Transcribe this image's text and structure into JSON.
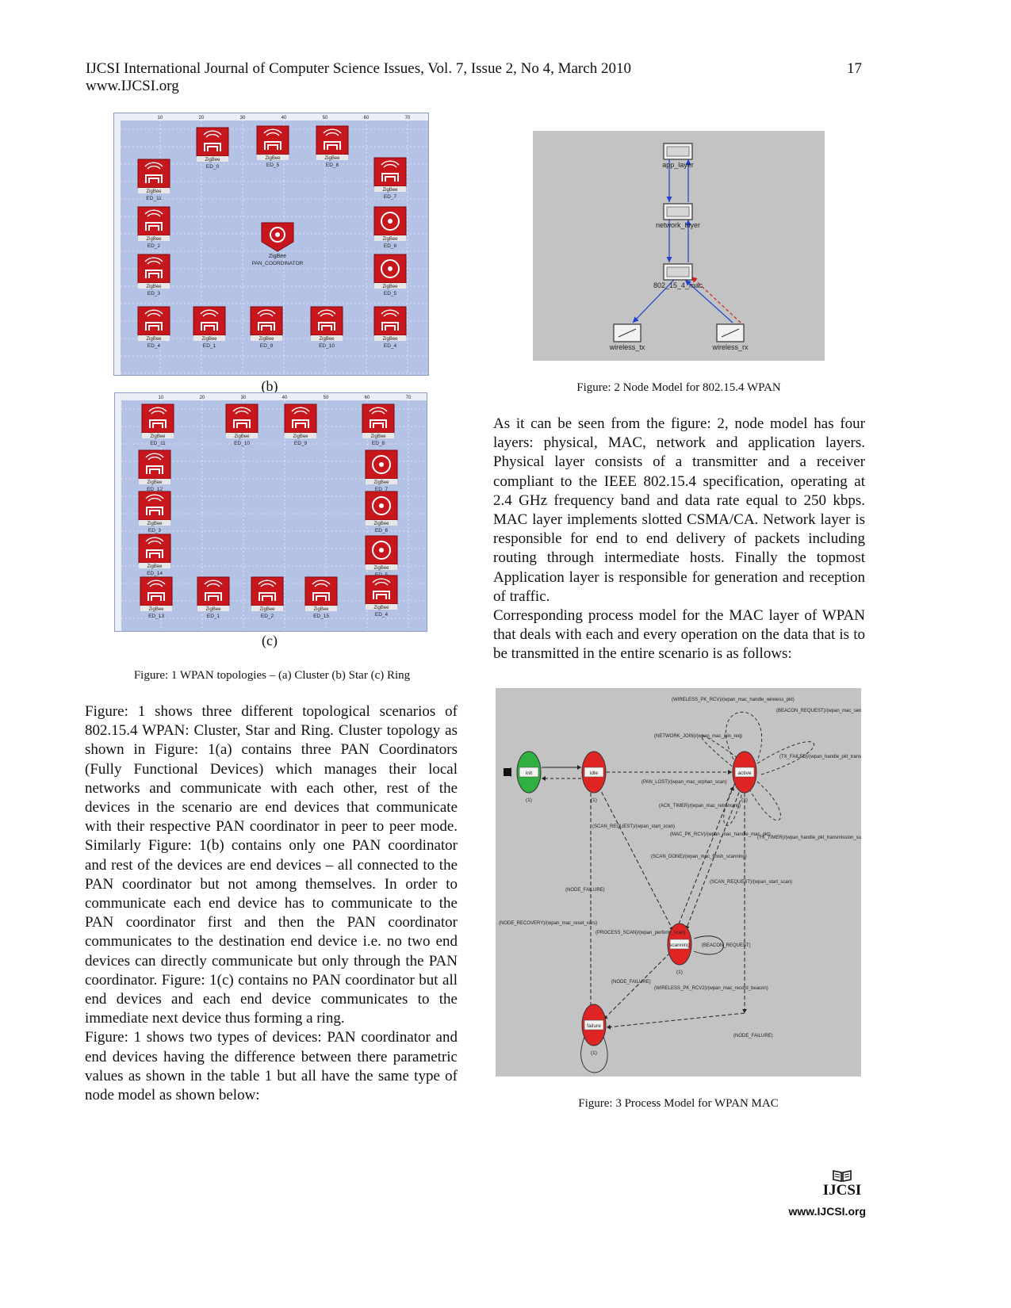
{
  "header": {
    "journal": "IJCSI International Journal of Computer Science Issues, Vol. 7, Issue 2, No 4, March 2010",
    "website": "www.IJCSI.org",
    "page_number": "17"
  },
  "figure1": {
    "ruler_labels": [
      "10",
      "20",
      "30",
      "40",
      "50",
      "60",
      "70"
    ],
    "device_brand": "ZigBee",
    "star": {
      "label": "(b)",
      "coordinator": "PAN_COORDINATOR",
      "nodes": [
        "ED_0",
        "ED_5",
        "ED_8",
        "ED_11",
        "ED_7",
        "ED_2",
        "ED_6",
        "ED_3",
        "ED_5",
        "ED_4",
        "ED_1",
        "ED_9",
        "ED_10",
        "ED_2",
        "ED_4"
      ]
    },
    "ring": {
      "label": "(c)",
      "nodes": [
        "ED_11",
        "ED_10",
        "ED_9",
        "ED_8",
        "ED_12",
        "ED_7",
        "ED_3",
        "ED_6",
        "ED_14",
        "ED_5",
        "ED_13",
        "ED_1",
        "ED_2",
        "ED_15",
        "ED_4"
      ]
    },
    "caption": "Figure: 1 WPAN topologies – (a) Cluster (b) Star (c) Ring"
  },
  "figure2": {
    "layers": [
      "app_layer",
      "network_layer",
      "802_15_4_mac"
    ],
    "radios": [
      "wireless_tx",
      "wireless_rx"
    ],
    "caption": "Figure: 2 Node Model for 802.15.4 WPAN"
  },
  "figure3": {
    "states": [
      "init",
      "idle",
      "active",
      "scanning",
      "failure"
    ],
    "state_codes": [
      "(1)",
      "(1)",
      "(1)",
      "(1)",
      "(1)"
    ],
    "transitions": [
      "(WIRELESS_PK_RCV)/(wpan_mac_handle_wireless_pkt)",
      "(BEACON_REQUEST)/(wpan_mac_send_beacon)",
      "(NETWORK_JOIN)/(wpan_mac_join_req)",
      "(TX_FAILED)/(wpan_handle_pkt_transmission_failure)",
      "(PAN_LOST)/(wpan_mac_orphan_scan)",
      "(ACK_TIMER)/(wpan_mac_retransmit)",
      "(SCAN_REQUEST)/(wpan_start_scan)",
      "(MAC_PK_RCV)/(wpan_mac_handle_mac_pkt)",
      "(TX_TIMER)/(wpan_handle_pkt_transmission_success)",
      "(SCAN_DONE)/(wpan_mac_finish_scanning)",
      "(SCAN_REQUEST)/(wpan_start_scan)",
      "(NODE_FAILURE)",
      "(NODE_RECOVERY)/(wpan_mac_reset_vars)",
      "(PROCESS_SCAN)/(wpan_perform_scan)",
      "(BEACON_REQUEST)",
      "(NODE_FAILURE)",
      "(WIRELESS_PK_RCV2)/(wpan_mac_record_beacon)",
      "(NODE_FAILURE)"
    ],
    "caption": "Figure: 3 Process Model for WPAN MAC"
  },
  "left_text": [
    "Figure: 1 shows three different topological scenarios of 802.15.4 WPAN: Cluster, Star and Ring. Cluster topology as shown in Figure: 1(a) contains three PAN Coordinators (Fully Functional Devices) which manages their local networks and communicate with each other, rest of the devices in the scenario are end devices that communicate with their respective PAN coordinator in peer to peer mode. Similarly Figure: 1(b) contains only one PAN coordinator and rest of the devices are end devices – all connected to the PAN coordinator but not among themselves. In order to communicate each end device has to communicate to the PAN coordinator first and then the PAN coordinator communicates to the destination end device i.e. no two end devices can directly communicate but only through the PAN coordinator. Figure: 1(c) contains no PAN coordinator but all end devices and each end device communicates to the immediate next device thus forming a ring.",
    "Figure: 1 shows two types of devices: PAN coordinator and end devices having the difference between there parametric values as shown in the table 1 but all have the same type of node model as shown below:"
  ],
  "right_text": [
    "As it can be seen from the figure: 2, node model has four layers: physical, MAC, network and application layers. Physical layer consists of a transmitter and a receiver compliant to the IEEE 802.15.4 specification, operating at 2.4 GHz frequency band and data rate equal to 250 kbps. MAC layer implements slotted CSMA/CA. Network layer is responsible for end to end delivery of packets including routing through intermediate hosts. Finally the topmost Application layer is responsible for generation and reception of traffic.",
    "Corresponding process model for the MAC layer of WPAN that deals with each and every operation on the data that is to be transmitted in the entire scenario is as follows:"
  ],
  "footer": {
    "logo": "IJCSI",
    "url": "www.IJCSI.org"
  }
}
